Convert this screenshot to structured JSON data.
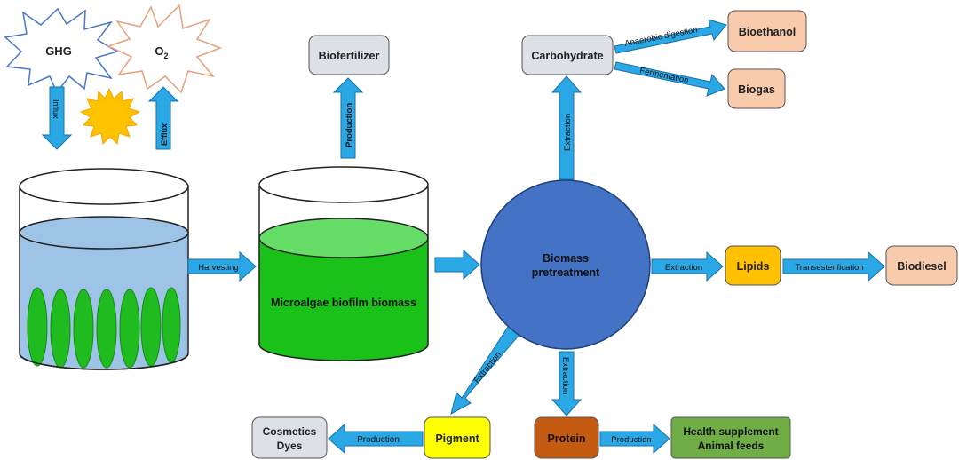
{
  "inputs": {
    "ghg": "GHG",
    "o2_base": "O",
    "o2_sub": "2",
    "influx": "Influx",
    "efflux": "Efflux"
  },
  "nodes": {
    "biofertilizer": "Biofertilizer",
    "carbohydrate": "Carbohydrate",
    "bioethanol": "Bioethanol",
    "biogas": "Biogas",
    "biomass_line1": "Biomass",
    "biomass_line2": "pretreatment",
    "lipids": "Lipids",
    "biodiesel": "Biodiesel",
    "pigment": "Pigment",
    "cosmetics_line1": "Cosmetics",
    "cosmetics_line2": "Dyes",
    "protein": "Protein",
    "health_line1": "Health supplement",
    "health_line2": "Animal feeds",
    "microalgae": "Microalgae biofilm biomass"
  },
  "edges": {
    "harvesting": "Harvesting",
    "production_up": "Production",
    "extraction_up": "Extraction",
    "anaerobic": "Anaerobic digestion",
    "fermentation": "Fermentation",
    "extraction_right": "Extraction",
    "transesterification": "Transesterification",
    "extraction_diag": "Extraction",
    "extraction_down": "Extraction",
    "production_left": "Production",
    "production_right": "Production"
  },
  "colors": {
    "arrow": "#2aa8e6",
    "circle": "#4472c4",
    "gray_box": "#dde0e6",
    "peach_box": "#f8cbad",
    "orange_box": "#ffc000",
    "yellow_box": "#ffff00",
    "brown_box": "#c55a11",
    "green_box": "#70ad47",
    "water": "#9dc3e6",
    "algae": "#1fbb1f",
    "sun": "#ffc000"
  }
}
